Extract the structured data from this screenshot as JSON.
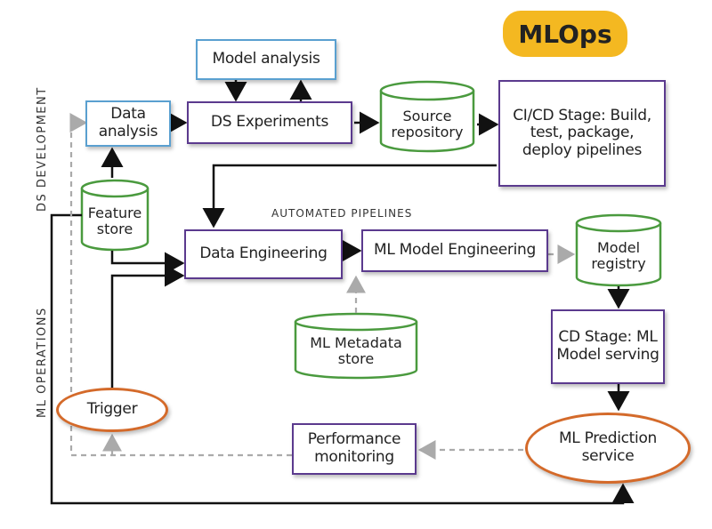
{
  "title": "MLOps",
  "side_labels": {
    "ds_development": "DS DEVELOPMENT",
    "ml_operations": "ML OPERATIONS"
  },
  "section_label": "AUTOMATED PIPELINES",
  "nodes": {
    "model_analysis": "Model analysis",
    "data_analysis": "Data analysis",
    "ds_experiments": "DS Experiments",
    "source_repository": "Source repository",
    "cicd_stage": "CI/CD Stage: Build, test, package, deploy pipelines",
    "feature_store": "Feature store",
    "data_engineering": "Data Engineering",
    "ml_model_engineering": "ML Model Engineering",
    "model_registry": "Model registry",
    "ml_metadata_store": "ML Metadata store",
    "cd_stage": "CD Stage: ML Model serving",
    "trigger": "Trigger",
    "performance_monitoring": "Performance monitoring",
    "ml_prediction_service": "ML Prediction service"
  },
  "colors": {
    "process": "#5b3a8e",
    "analysis": "#5aa0d0",
    "store": "#4a9a3e",
    "event": "#d46a2a",
    "badge": "#f4b821"
  }
}
